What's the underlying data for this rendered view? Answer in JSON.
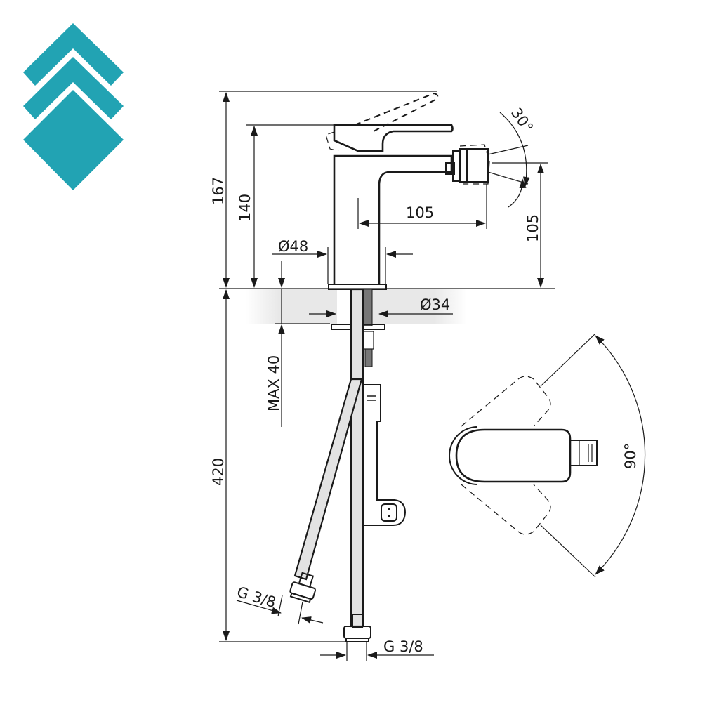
{
  "logo": {
    "name": "brand-logo",
    "color": "#22a3b3",
    "shapes": [
      "chevron",
      "chevron",
      "diamond"
    ]
  },
  "drawing": {
    "subject": "bidet mixer faucet technical dimension drawing",
    "line_color": "#1a1a1a",
    "countertop_shade": "#e6e6e6",
    "hose_fill": "#e3e3e3",
    "side_view": {
      "dimensions": {
        "overall_height_lever_raised": "167",
        "height_to_lever": "140",
        "spout_reach": "105",
        "spout_outlet_height": "105",
        "base_diameter": "Ø48",
        "mounting_hole_diameter": "Ø34",
        "max_countertop_thickness": "MAX 40",
        "hose_length": "420",
        "hose_connection_left": "G 3/8",
        "hose_connection_right": "G 3/8"
      },
      "aerator_swivel_angle": "30°"
    },
    "top_view": {
      "lever_rotation_angle": "90°"
    }
  }
}
